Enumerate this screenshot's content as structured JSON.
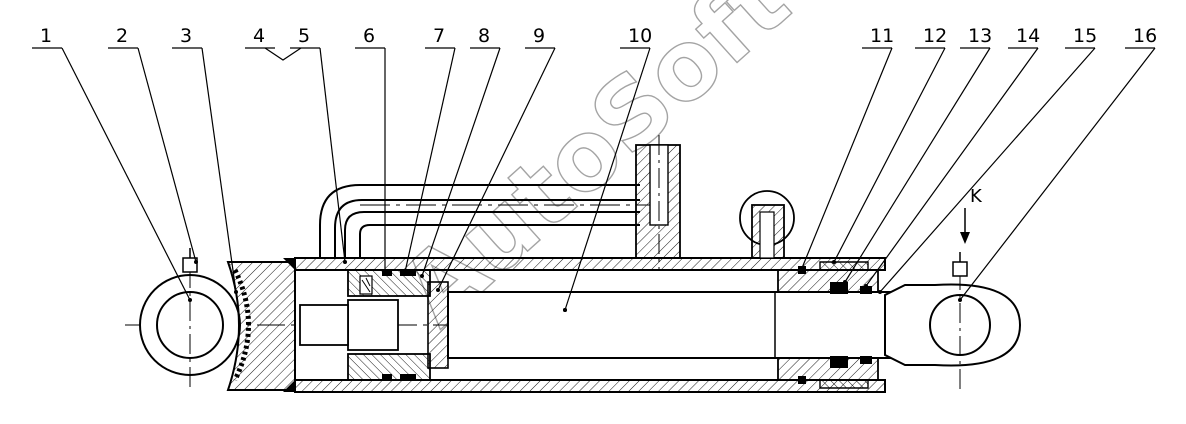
{
  "diagram": {
    "callouts": [
      "1",
      "2",
      "3",
      "4",
      "5",
      "6",
      "7",
      "8",
      "9",
      "10",
      "11",
      "12",
      "13",
      "14",
      "15",
      "16"
    ],
    "view_label": "K",
    "watermark": "AutoSoft"
  }
}
